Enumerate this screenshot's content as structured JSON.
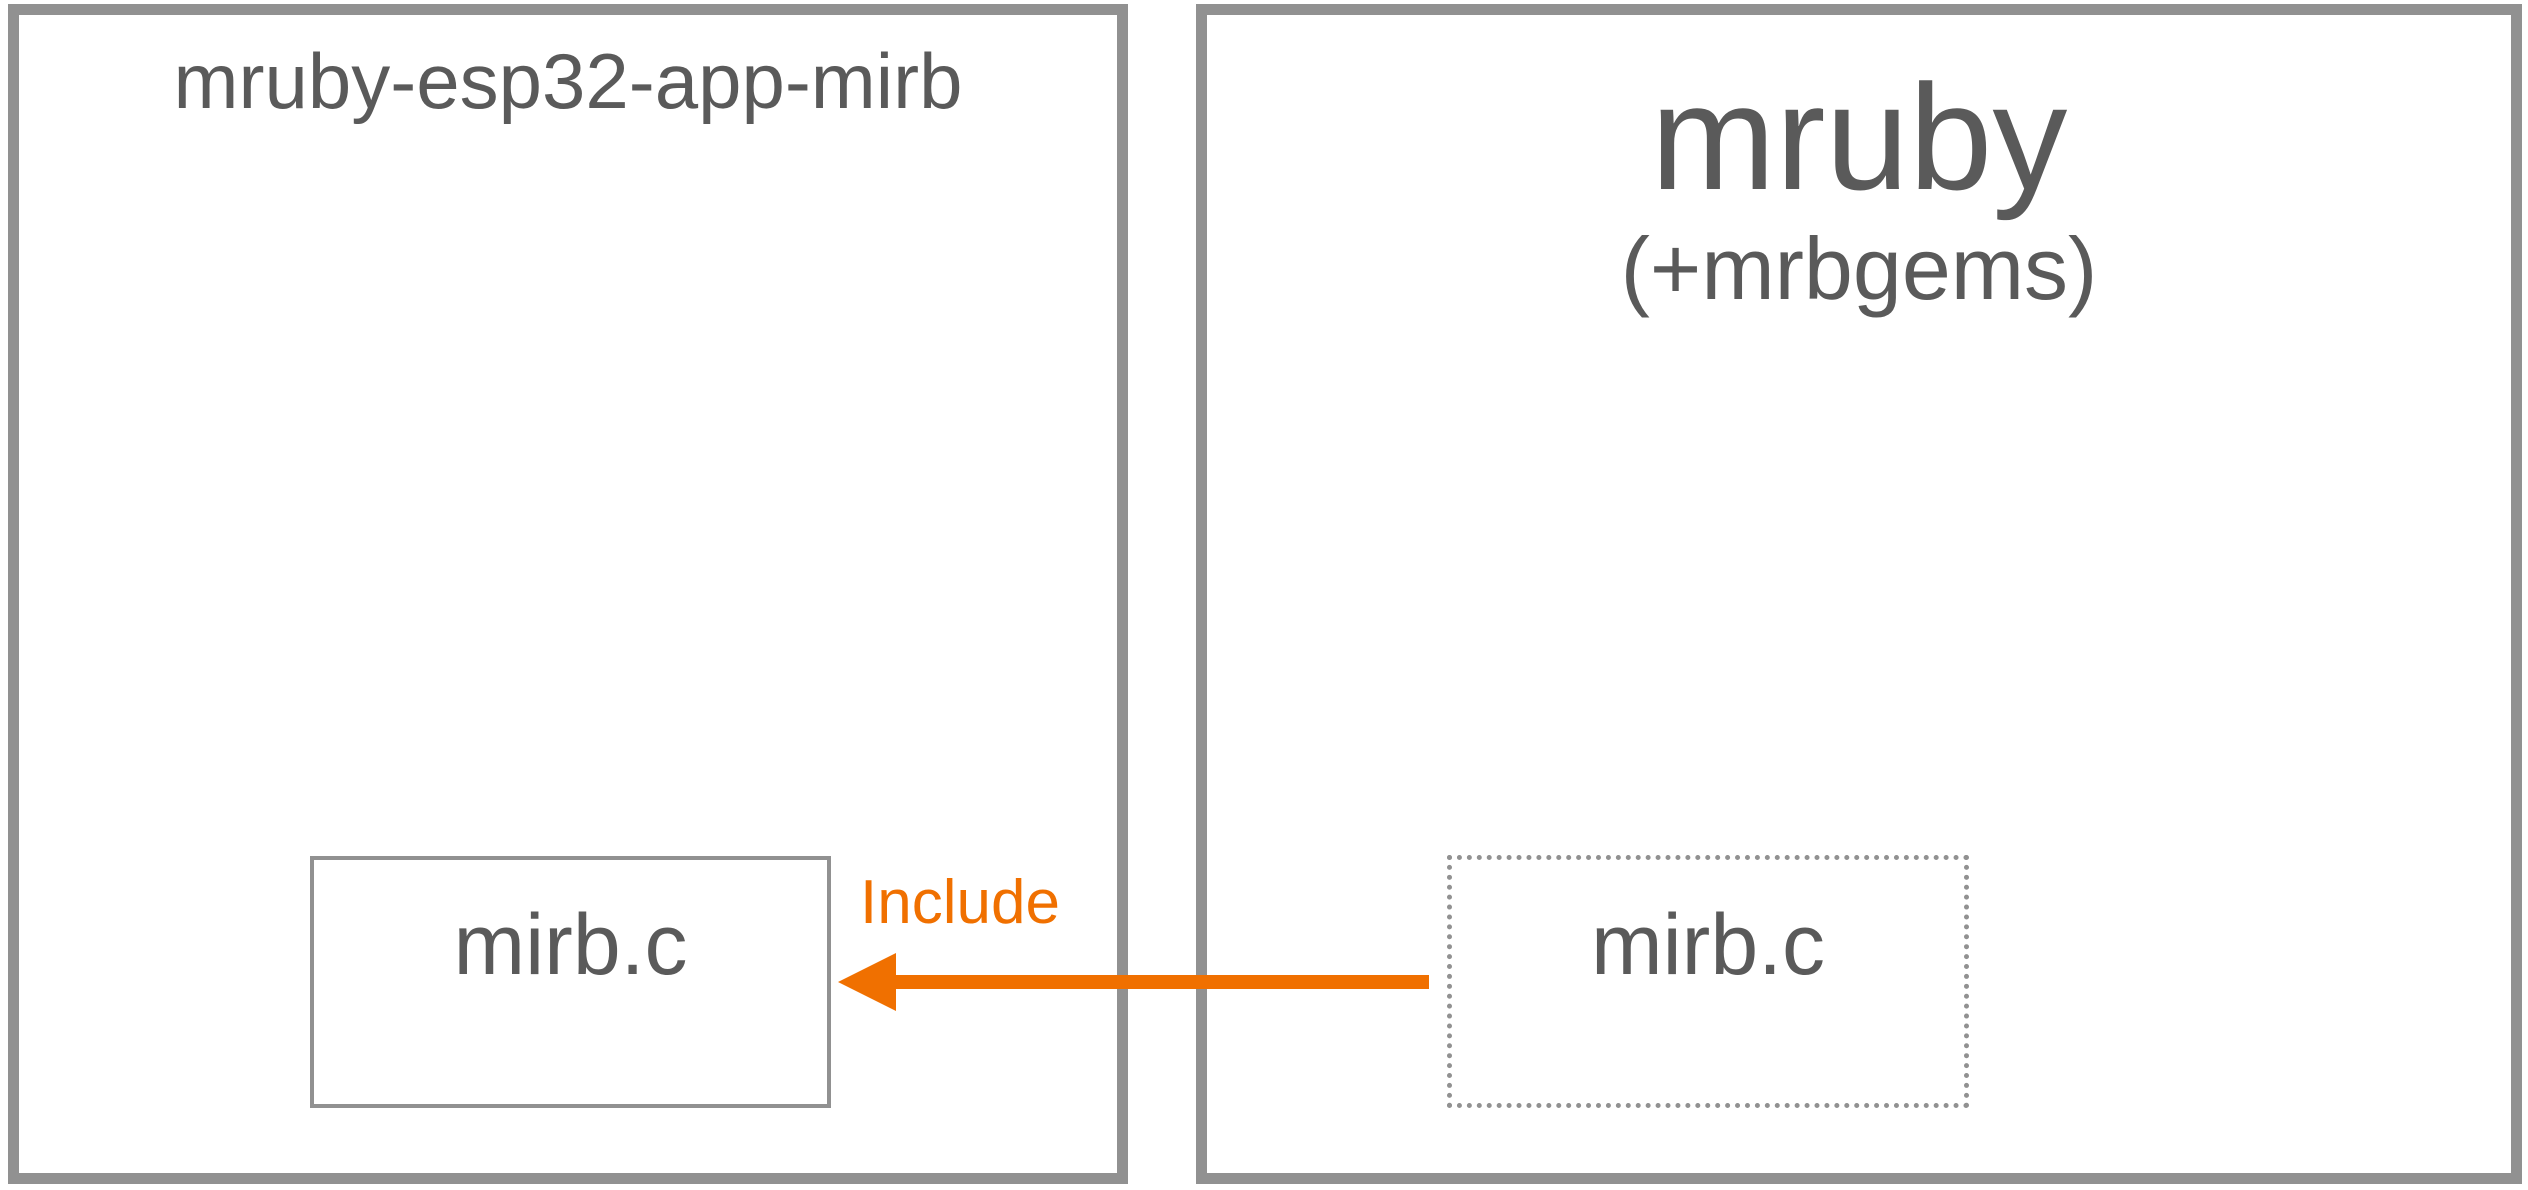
{
  "left_container": {
    "title": "mruby-esp32-app-mirb",
    "file": "mirb.c"
  },
  "right_container": {
    "title": "mruby",
    "subtitle": "(+mrbgems)",
    "file": "mirb.c"
  },
  "relation": {
    "label": "Include",
    "color": "#f07000",
    "direction": "right-to-left"
  },
  "colors": {
    "text": "#5a5a5a",
    "border": "#919191"
  }
}
